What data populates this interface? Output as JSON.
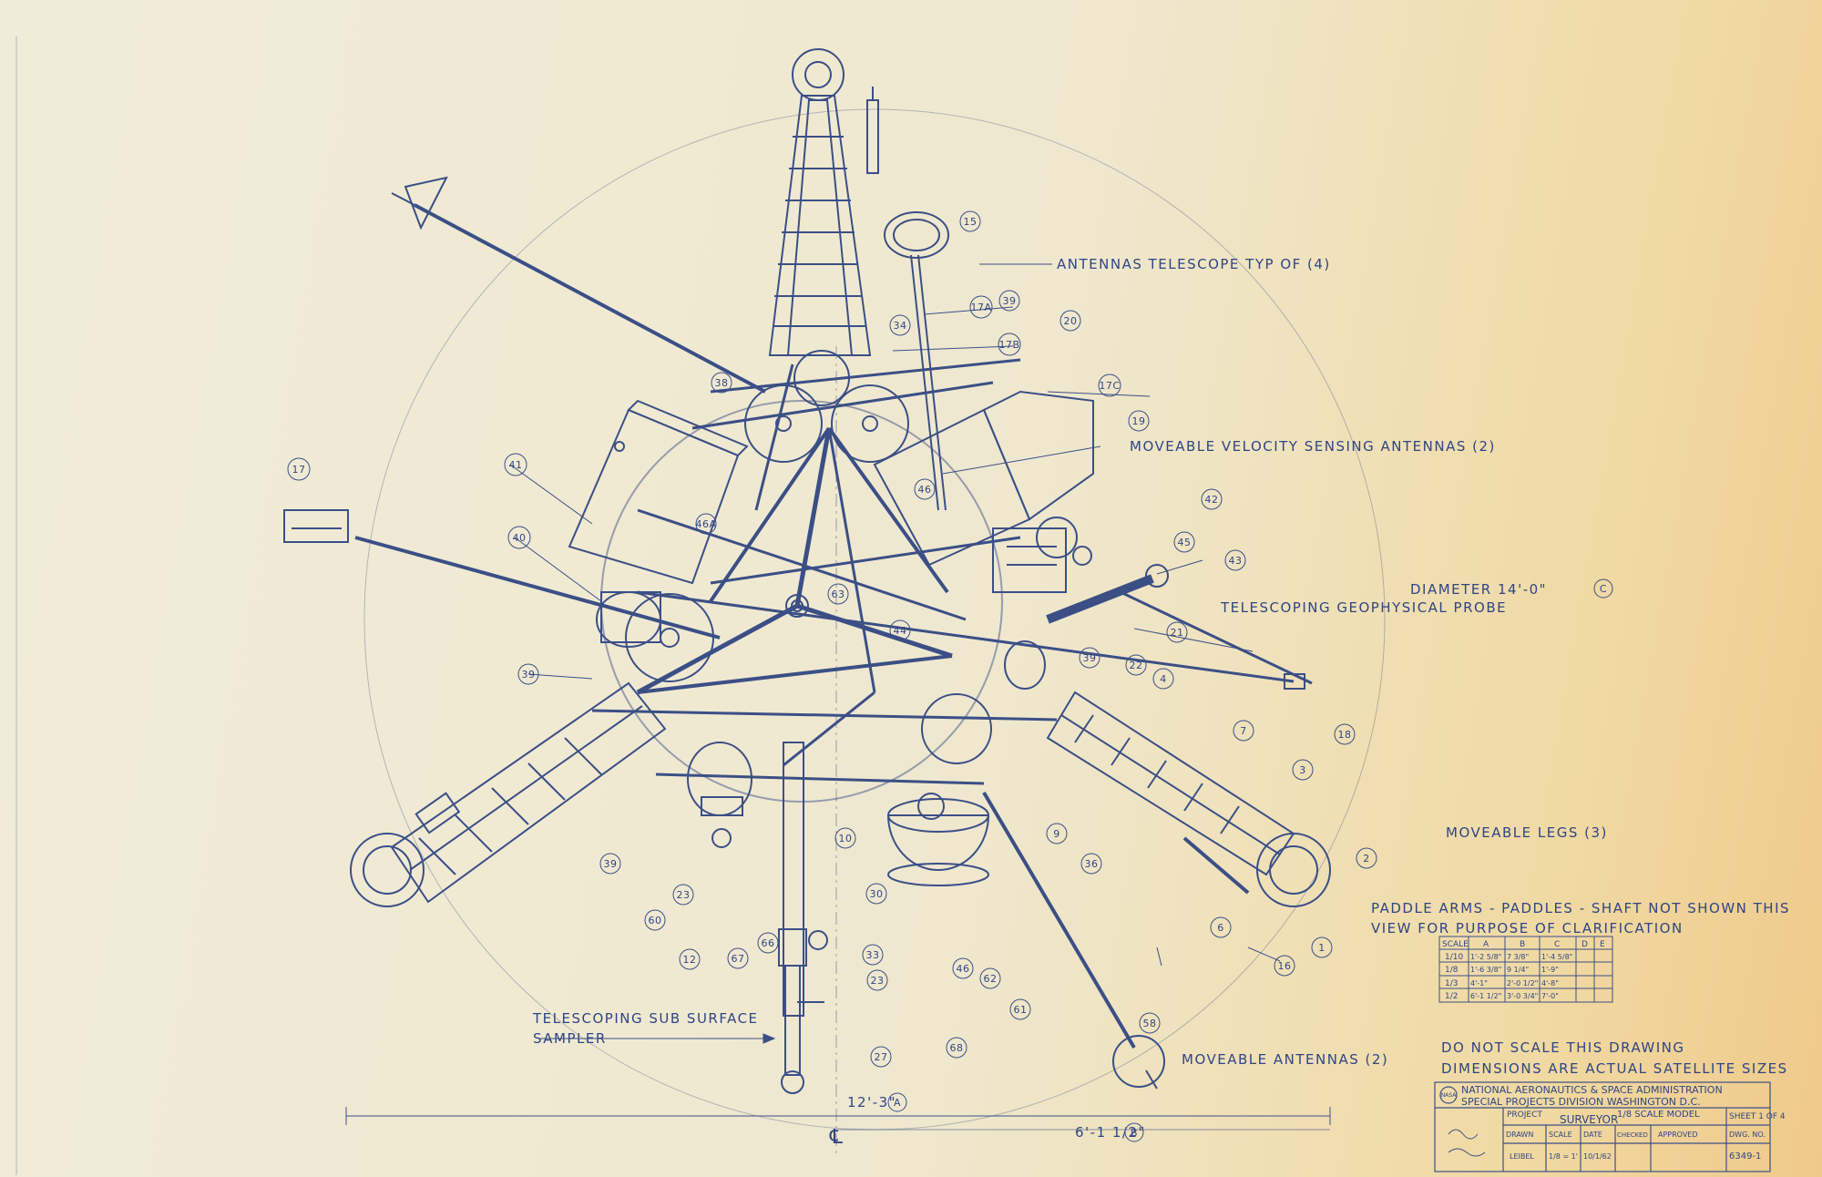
{
  "colors": {
    "ink": "#3b4f86",
    "paper": "#f0ead3",
    "aged": "#efc98a"
  },
  "callouts": {
    "antennas_telescope": "ANTENNAS TELESCOPE TYP OF (4)",
    "velocity_antennas": "MOVEABLE VELOCITY SENSING ANTENNAS (2)",
    "diameter": "DIAMETER 14'-0\"",
    "diameter_tag": "C",
    "geo_probe": "TELESCOPING GEOPHYSICAL PROBE",
    "legs": "MOVEABLE LEGS (3)",
    "paddle_note_1": "PADDLE ARMS - PADDLES - SHAFT NOT SHOWN THIS",
    "paddle_note_2": "VIEW FOR PURPOSE OF CLARIFICATION",
    "sampler_1": "TELESCOPING SUB SURFACE",
    "sampler_2": "SAMPLER",
    "moveable_antennas": "MOVEABLE ANTENNAS (2)",
    "dont_scale": "DO NOT SCALE THIS DRAWING",
    "dimensions": "DIMENSIONS ARE ACTUAL SATELLITE SIZES",
    "dim_a": "12'-3\"",
    "dim_a_tag": "A",
    "dim_b": "6'-1 1/2\"",
    "dim_b_tag": "B",
    "centerline": "℄"
  },
  "balloons": [
    "1",
    "2",
    "3",
    "4",
    "6",
    "7",
    "9",
    "10",
    "12",
    "15",
    "16",
    "17",
    "17A",
    "17B",
    "17C",
    "18",
    "19",
    "20",
    "21",
    "22",
    "23",
    "23",
    "27",
    "30",
    "33",
    "34",
    "36",
    "38",
    "39",
    "39",
    "39",
    "39",
    "40",
    "41",
    "42",
    "43",
    "44",
    "45",
    "46",
    "46A",
    "46",
    "58",
    "60",
    "61",
    "62",
    "63",
    "66",
    "67",
    "68"
  ],
  "scale_table": {
    "headers": [
      "SCALE",
      "A",
      "B",
      "C",
      "D",
      "E"
    ],
    "rows": [
      [
        "1/10",
        "1'-2 5/8\"",
        "7 3/8\"",
        "1'-4 5/8\"",
        "",
        ""
      ],
      [
        "1/8",
        "1'-6 3/8\"",
        "9 1/4\"",
        "1'-9\"",
        "",
        ""
      ],
      [
        "1/3",
        "4'-1\"",
        "2'-0 1/2\"",
        "4'-8\"",
        "",
        ""
      ],
      [
        "1/2",
        "6'-1 1/2\"",
        "3'-0 3/4\"",
        "7'-0\"",
        "",
        ""
      ]
    ]
  },
  "title_block": {
    "agency_1": "NATIONAL AERONAUTICS & SPACE ADMINISTRATION",
    "agency_2": "SPECIAL PROJECTS DIVISION WASHINGTON D.C.",
    "project_label": "PROJECT",
    "project": "SURVEYOR",
    "model": "1/8 SCALE MODEL",
    "sheet": "SHEET 1 OF 4",
    "drawn_label": "DRAWN",
    "drawn": "LEIBEL",
    "scale_label": "SCALE",
    "scale": "1/8 = 1'",
    "date_label": "DATE",
    "date": "10/1/62",
    "checked_label": "CHECKED",
    "approved_label": "APPROVED",
    "dwg_label": "DWG. NO.",
    "dwg_no": "6349-1"
  }
}
